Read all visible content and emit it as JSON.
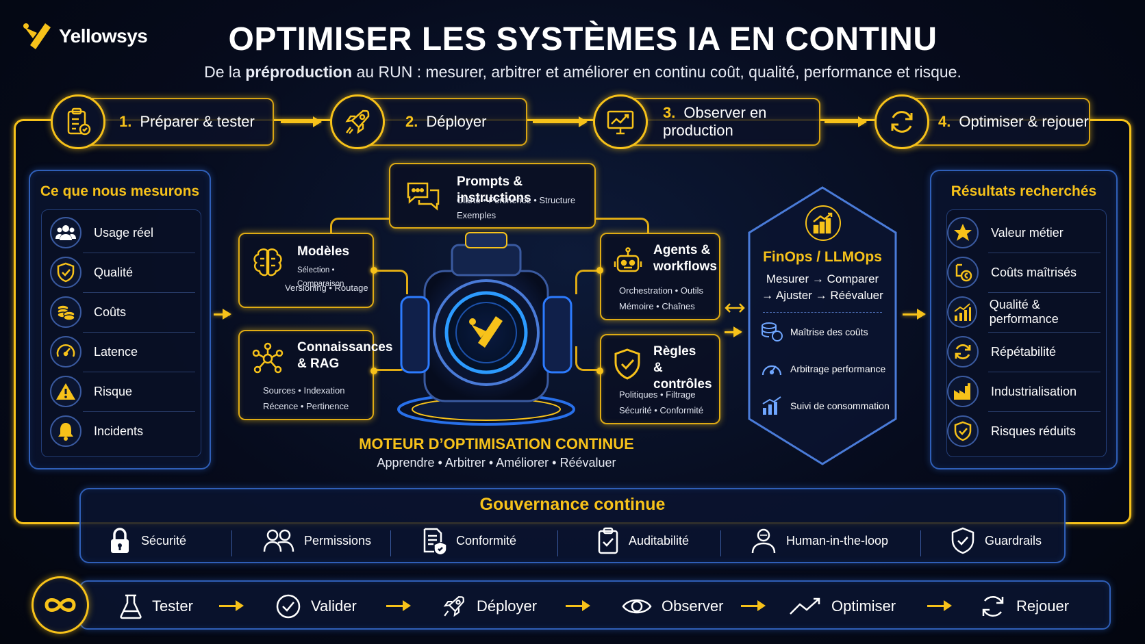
{
  "brand": {
    "name": "Yellowsys"
  },
  "header": {
    "title": "OPTIMISER LES SYSTÈMES IA EN CONTINU",
    "subtitle_pre": "De la ",
    "subtitle_bold": "préproduction",
    "subtitle_post": " au RUN : mesurer, arbitrer et améliorer en continu coût, qualité, performance et risque."
  },
  "steps": [
    {
      "num": "1.",
      "label": "Préparer & tester",
      "icon": "clipboard-check-icon"
    },
    {
      "num": "2.",
      "label": "Déployer",
      "icon": "rocket-icon"
    },
    {
      "num": "3.",
      "label": "Observer en production",
      "icon": "monitor-chart-icon"
    },
    {
      "num": "4.",
      "label": "Optimiser & rejouer",
      "icon": "refresh-icon"
    }
  ],
  "measure": {
    "title": "Ce que nous mesurons",
    "items": [
      {
        "label": "Usage réel",
        "icon": "users-icon"
      },
      {
        "label": "Qualité",
        "icon": "shield-check-icon"
      },
      {
        "label": "Coûts",
        "icon": "coins-icon"
      },
      {
        "label": "Latence",
        "icon": "gauge-icon"
      },
      {
        "label": "Risque",
        "icon": "warning-icon"
      },
      {
        "label": "Incidents",
        "icon": "bell-icon"
      }
    ]
  },
  "results": {
    "title": "Résultats recherchés",
    "items": [
      {
        "label": "Valeur métier",
        "icon": "star-icon"
      },
      {
        "label": "Coûts maîtrisés",
        "icon": "cost-control-icon"
      },
      {
        "label": "Qualité & performance",
        "icon": "bar-growth-icon"
      },
      {
        "label": "Répétabilité",
        "icon": "repeat-icon"
      },
      {
        "label": "Industrialisation",
        "icon": "factory-icon"
      },
      {
        "label": "Risques réduits",
        "icon": "shield-check-icon"
      }
    ]
  },
  "cards": {
    "prompts": {
      "title": "Prompts & instructions",
      "line1": "Clarté • Pertinence • Structure",
      "line2": "Exemples"
    },
    "models": {
      "title": "Modèles",
      "line1": "Sélection • Comparaison",
      "line2": "Versioning • Routage"
    },
    "knowledge": {
      "title_1": "Connaissances",
      "title_2": "& RAG",
      "line1": "Sources • Indexation",
      "line2": "Récence • Pertinence"
    },
    "agents": {
      "title_1": "Agents &",
      "title_2": "workflows",
      "line1": "Orchestration • Outils",
      "line2": "Mémoire • Chaînes"
    },
    "rules": {
      "title_1": "Règles",
      "title_2": "& contrôles",
      "line1": "Politiques • Filtrage",
      "line2": "Sécurité • Conformité"
    }
  },
  "engine": {
    "title": "MOTEUR D’OPTIMISATION CONTINUE",
    "subtitle": "Apprendre • Arbitrer • Améliorer • Réévaluer"
  },
  "finops": {
    "title": "FinOps / LLMOps",
    "line1": "Mesurer → Comparer",
    "line2": "→ Ajuster → Réévaluer",
    "items": [
      {
        "label": "Maîtrise des coûts",
        "icon": "coins-stack-icon"
      },
      {
        "label": "Arbitrage performance",
        "icon": "speedometer-icon"
      },
      {
        "label": "Suivi de consommation",
        "icon": "bar-chart-icon"
      }
    ]
  },
  "governance": {
    "title": "Gouvernance continue",
    "items": [
      {
        "label": "Sécurité",
        "icon": "lock-icon"
      },
      {
        "label": "Permissions",
        "icon": "users-outline-icon"
      },
      {
        "label": "Conformité",
        "icon": "document-shield-icon"
      },
      {
        "label": "Auditabilité",
        "icon": "clipboard-check-icon"
      },
      {
        "label": "Human-in-the-loop",
        "icon": "person-icon"
      },
      {
        "label": "Guardrails",
        "icon": "shield-check-icon"
      }
    ]
  },
  "cycle": {
    "items": [
      {
        "label": "Tester",
        "icon": "flask-icon"
      },
      {
        "label": "Valider",
        "icon": "check-circle-icon"
      },
      {
        "label": "Déployer",
        "icon": "rocket-icon"
      },
      {
        "label": "Observer",
        "icon": "eye-icon"
      },
      {
        "label": "Optimiser",
        "icon": "trend-line-icon"
      },
      {
        "label": "Rejouer",
        "icon": "replay-icon"
      }
    ]
  },
  "colors": {
    "accent": "#f7c21a",
    "panel_border": "#2f5fb8",
    "background": "#060b1c"
  }
}
